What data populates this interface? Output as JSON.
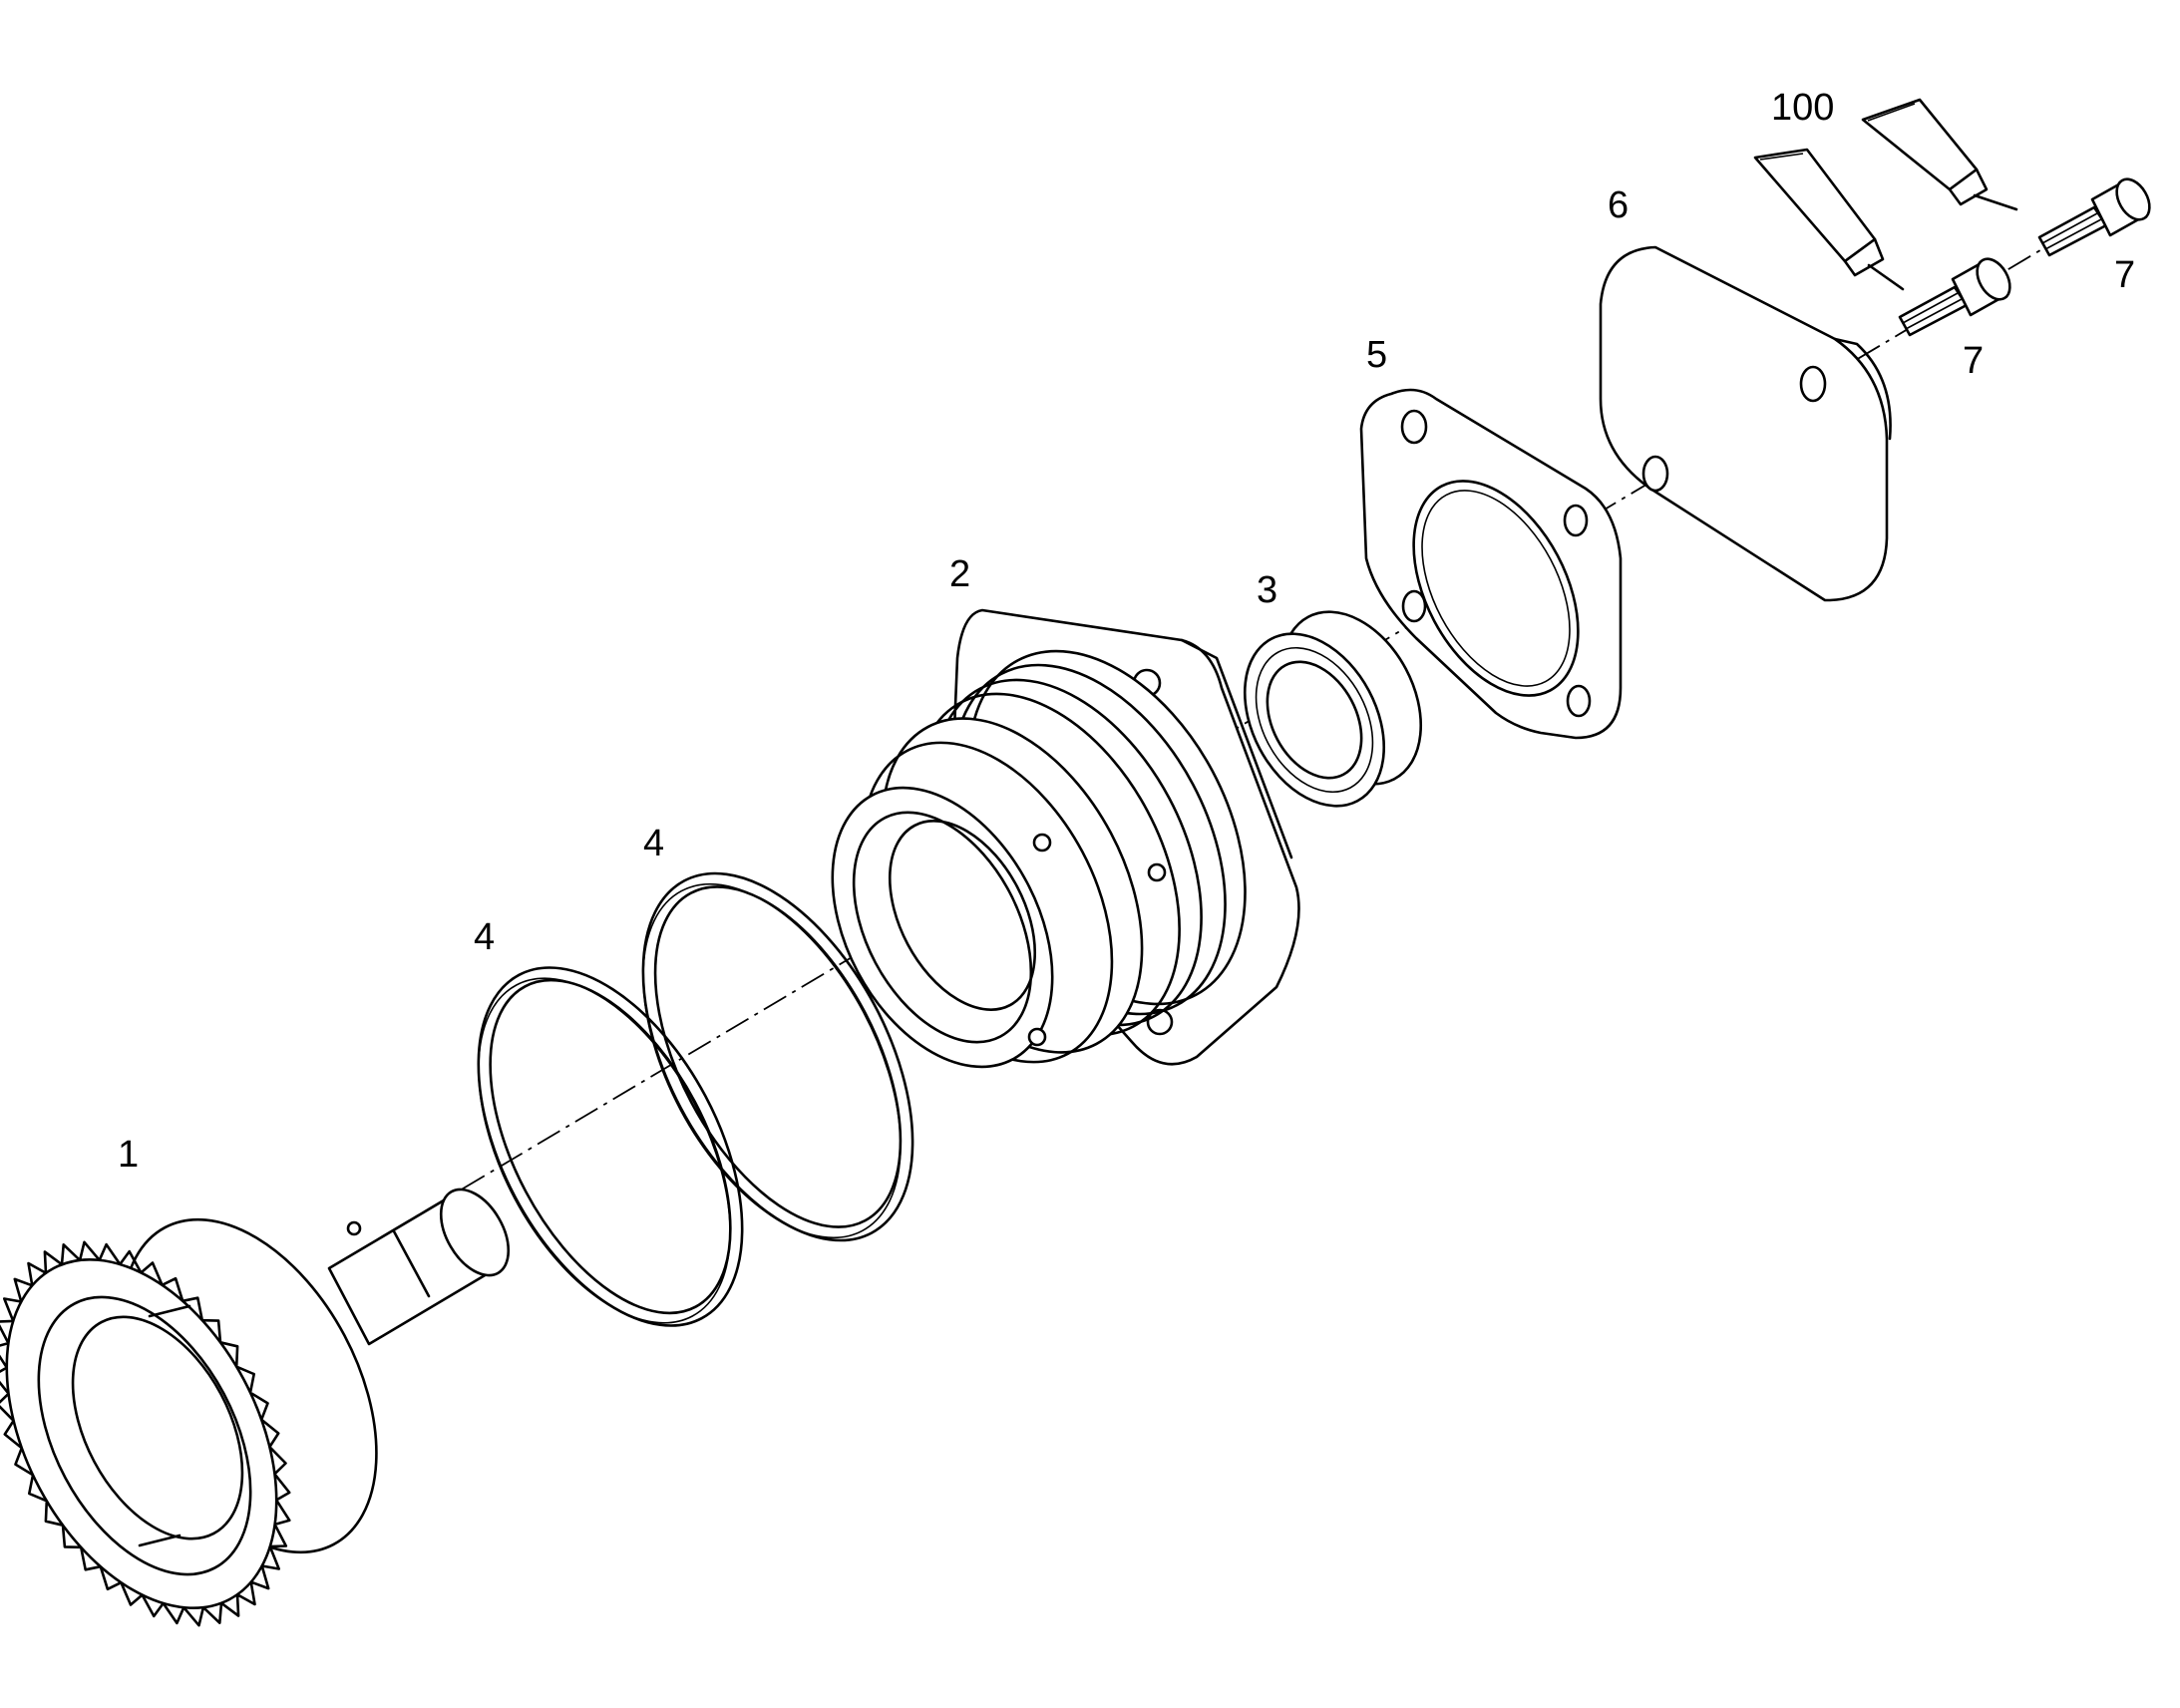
{
  "diagram": {
    "callouts": [
      {
        "id": "1",
        "label": "1"
      },
      {
        "id": "2",
        "label": "2"
      },
      {
        "id": "3",
        "label": "3"
      },
      {
        "id": "4a",
        "label": "4"
      },
      {
        "id": "4b",
        "label": "4"
      },
      {
        "id": "5",
        "label": "5"
      },
      {
        "id": "6",
        "label": "6"
      },
      {
        "id": "7a",
        "label": "7"
      },
      {
        "id": "7b",
        "label": "7"
      },
      {
        "id": "100",
        "label": "100"
      }
    ]
  }
}
